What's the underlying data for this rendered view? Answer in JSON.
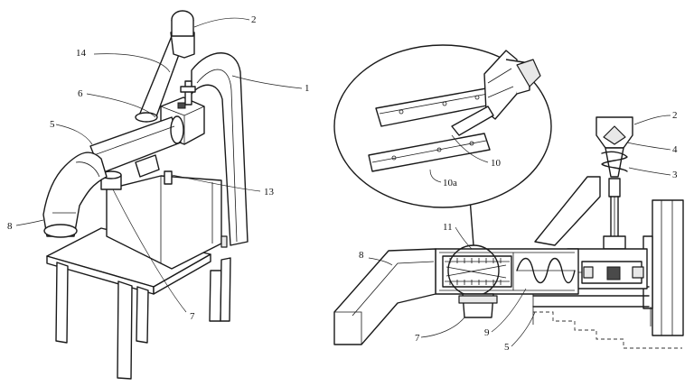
{
  "figure": {
    "left_view": {
      "labels": [
        {
          "id": "l2",
          "text": "2"
        },
        {
          "id": "l14",
          "text": "14"
        },
        {
          "id": "l1",
          "text": "1"
        },
        {
          "id": "l6",
          "text": "6"
        },
        {
          "id": "l5",
          "text": "5"
        },
        {
          "id": "l13",
          "text": "13"
        },
        {
          "id": "l8",
          "text": "8"
        },
        {
          "id": "l7",
          "text": "7"
        }
      ]
    },
    "right_view": {
      "labels": [
        {
          "id": "r2",
          "text": "2"
        },
        {
          "id": "r4",
          "text": "4"
        },
        {
          "id": "r3",
          "text": "3"
        },
        {
          "id": "r10",
          "text": "10"
        },
        {
          "id": "r10a",
          "text": "10a"
        },
        {
          "id": "r11",
          "text": "11"
        },
        {
          "id": "r8",
          "text": "8"
        },
        {
          "id": "r7",
          "text": "7"
        },
        {
          "id": "r9",
          "text": "9"
        },
        {
          "id": "r5",
          "text": "5"
        }
      ]
    }
  }
}
